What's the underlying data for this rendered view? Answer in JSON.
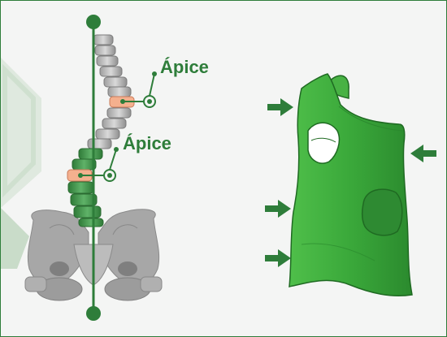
{
  "labels": {
    "apex_upper": "Ápice",
    "apex_lower": "Ápice"
  },
  "colors": {
    "green": "#2e7d3a",
    "brace_green": "#3aa83a",
    "vertebra_gray": "#bdbdbd",
    "vertebra_green": "#3f8f4a",
    "apex_vertebra": "#f4b08e",
    "pelvis_gray": "#a9a9a9",
    "background": "#f4f5f4"
  },
  "icons": {
    "plumb_line": "plumb-line-icon",
    "pressure_arrow": "arrow-right-icon"
  },
  "pressure_points": [
    {
      "side": "left",
      "level": "upper"
    },
    {
      "side": "right",
      "level": "middle"
    },
    {
      "side": "left",
      "level": "middle"
    },
    {
      "side": "left",
      "level": "lower"
    }
  ]
}
